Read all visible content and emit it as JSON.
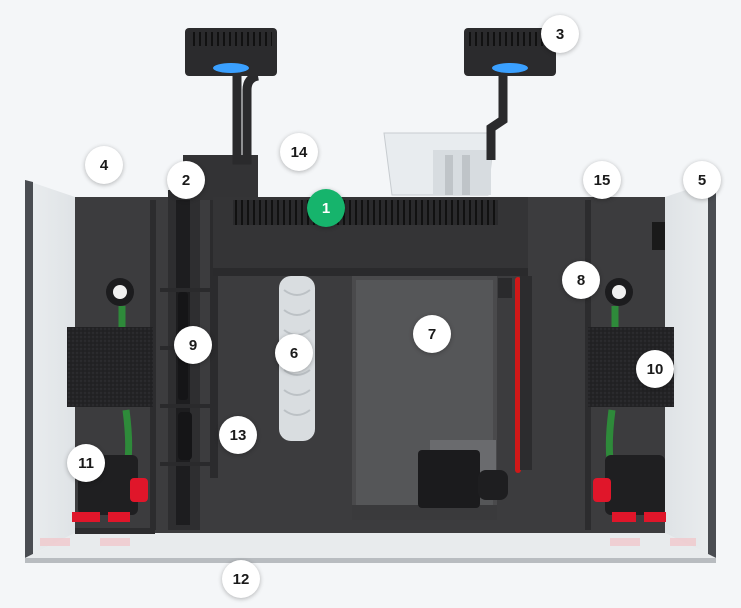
{
  "markers": [
    {
      "id": "1",
      "active": true
    },
    {
      "id": "2"
    },
    {
      "id": "3"
    },
    {
      "id": "4"
    },
    {
      "id": "5"
    },
    {
      "id": "6"
    },
    {
      "id": "7"
    },
    {
      "id": "8"
    },
    {
      "id": "9"
    },
    {
      "id": "10"
    },
    {
      "id": "11"
    },
    {
      "id": "12"
    },
    {
      "id": "13"
    },
    {
      "id": "14"
    },
    {
      "id": "15"
    }
  ],
  "colors": {
    "background": "#f4f6f8",
    "panel": "#3c3c3e",
    "active_marker": "#16b46c",
    "led": "#3aa0ff",
    "tubing_red": "#d01818",
    "tubing_green": "#2e8a3a",
    "pump_accent": "#e0162a"
  },
  "icons": [
    "led-light-icon",
    "pump-icon",
    "sponge-icon",
    "media-sock-icon",
    "skimmer-icon"
  ]
}
